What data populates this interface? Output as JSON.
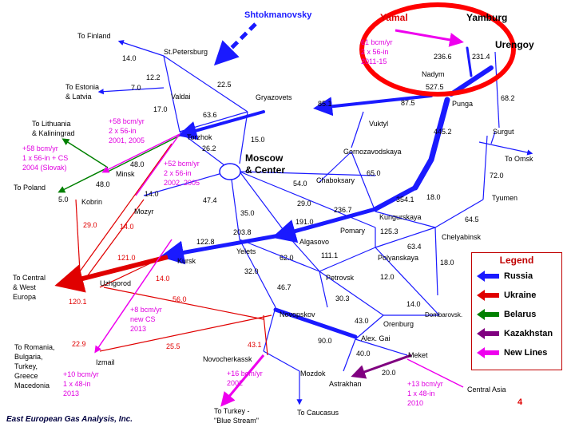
{
  "colors": {
    "russia": "#1a1aff",
    "ukraine": "#e00000",
    "belarus": "#008000",
    "kazakhstan": "#800080",
    "new_lines": "#ee00ee",
    "highlight": "#ff0000"
  },
  "fields": {
    "shtokmanovsky": "Shtokmanovsky",
    "yamal": "Yamal",
    "yamburg": "Yamburg",
    "urengoy": "Urengoy",
    "nadym": "Nadym",
    "punga": "Punga",
    "vuktyl": "Vuktyl",
    "surgut": "Surgut"
  },
  "places": {
    "to_finland": "To Finland",
    "st_petersburg": "St.Petersburg",
    "to_estonia": "To Estonia",
    "latvia": "& Latvia",
    "valdai": "Valdai",
    "gryazovets": "Gryazovets",
    "to_lithuania": "To Lithuania",
    "kaliningrad": "& Kaliningrad",
    "torzhok": "Torzhok",
    "gornozavodskaya": "Gornozavodskaya",
    "to_omsk": "To Omsk",
    "to_poland": "To Poland",
    "minsk": "Minsk",
    "moscow": "Moscow",
    "center": "& Center",
    "chaboksary": "Chaboksary",
    "tyumen": "Tyumen",
    "kobrin": "Kobrin",
    "mozyr": "Mozyr",
    "kungurskaya": "Kungurskaya",
    "pomary": "Pomary",
    "chelyabinsk": "Chelyabinsk",
    "algasovo": "Algasovo",
    "yelets": "Yelets",
    "kursk": "Kursk",
    "polyanskaya": "Polyanskaya",
    "to_central": "To Central",
    "west": "& West",
    "europa": "Europa",
    "uzhgorod": "Uzhgorod",
    "petrovsk": "Petrovsk",
    "novopskov": "Novopskov",
    "dombarovsk": "Dombarovsk.",
    "orenburg": "Orenburg",
    "alex_gai": "Alex. Gai",
    "to_romania": "To Romania,",
    "bulgaria": "Bulgaria,",
    "turkey": "Turkey,",
    "greece": "Greece",
    "macedonia": "Macedonia",
    "izmail": "Izmail",
    "novocherkassk": "Novocherkassk",
    "mozdok": "Mozdok",
    "astrakhan": "Astrakhan",
    "meket": "Meket",
    "central_asia": "Central Asia",
    "to_turkey": "To Turkey -",
    "blue_stream": "\"Blue Stream\"",
    "to_caucasus": "To Caucasus"
  },
  "flows": {
    "f14_0a": "14.0",
    "f12_2": "12.2",
    "f7_0": "7.0",
    "f22_5": "22.5",
    "f17_0": "17.0",
    "f63_6": "63.6",
    "f85_1": "85.1",
    "f87_5": "87.5",
    "f236_6": "236.6",
    "f231_4": "231.4",
    "f527_5": "527.5",
    "f68_2": "68.2",
    "f15_0": "15.0",
    "f26_2": "26.2",
    "f445_2": "445.2",
    "f48_0a": "48.0",
    "f48_0b": "48.0",
    "f5_0": "5.0",
    "f14_0b": "14.0",
    "f47_4": "47.4",
    "f54_0": "54.0",
    "f65_0": "65.0",
    "f72_0": "72.0",
    "f29_0a": "29.0",
    "f236_7": "236.7",
    "f354_1": "354.1",
    "f18_0a": "18.0",
    "f35_0": "35.0",
    "f191_0": "191.0",
    "f64_5": "64.5",
    "f29_0b": "29.0",
    "f14_0c": "14.0",
    "f203_8": "203.8",
    "f125_3": "125.3",
    "f122_8": "122.8",
    "f63_4": "63.4",
    "f121_0": "121.0",
    "f62_0": "62.0",
    "f111_1": "111.1",
    "f18_0b": "18.0",
    "f32_0": "32.0",
    "f14_0d": "14.0",
    "f12_0": "12.0",
    "f46_7": "46.7",
    "f56_0": "56.0",
    "f30_3": "30.3",
    "f120_1": "120.1",
    "f14_0e": "14.0",
    "f43_0": "43.0",
    "f22_9": "22.9",
    "f25_5": "25.5",
    "f43_1": "43.1",
    "f90_0": "90.0",
    "f40_0": "40.0",
    "f20_0": "20.0"
  },
  "new_line_notes": {
    "yamal": [
      "61 bcm/yr",
      "2 x 56-in",
      "2011-15"
    ],
    "minsk_north": [
      "+58 bcm/yr",
      "2 x 56-in",
      "2001, 2005"
    ],
    "slovak": [
      "+58 bcm/yr",
      "1 x 56-in + CS",
      "2004 (Slovak)"
    ],
    "torzhok": [
      "+52 bcm/yr",
      "2 x 56-in",
      "2002, 2005"
    ],
    "new_cs": [
      "+8 bcm/yr",
      "new CS",
      "2013"
    ],
    "balkan": [
      "+10 bcm/yr",
      "1 x 48-in",
      "2013"
    ],
    "blue_stream": [
      "+16 bcm/yr",
      "2002"
    ],
    "central_asia": [
      "+13 bcm/yr",
      "1 x 48-in",
      "2010"
    ]
  },
  "legend": {
    "title": "Legend",
    "items": [
      {
        "label": "Russia",
        "color": "#1a1aff"
      },
      {
        "label": "Ukraine",
        "color": "#e00000"
      },
      {
        "label": "Belarus",
        "color": "#008000"
      },
      {
        "label": "Kazakhstan",
        "color": "#800080"
      },
      {
        "label": "New Lines",
        "color": "#ee00ee"
      }
    ]
  },
  "page_number": "4",
  "source": "East European Gas Analysis, Inc."
}
